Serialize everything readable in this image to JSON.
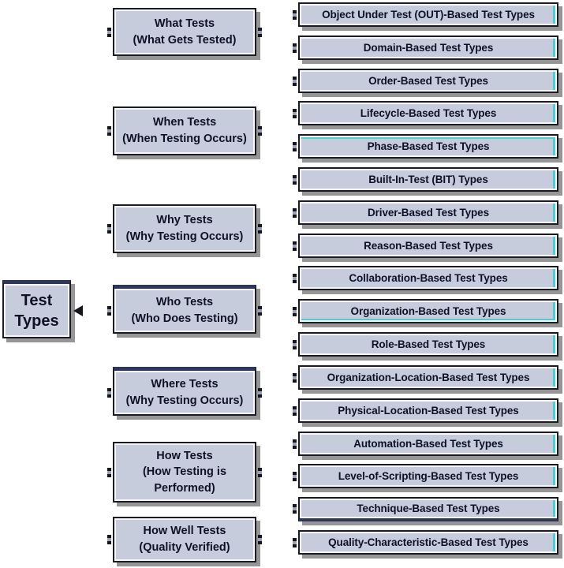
{
  "root": {
    "label": "Test Types"
  },
  "categories": [
    {
      "title": "What Tests",
      "subtitle": "(What Gets Tested)"
    },
    {
      "title": "When Tests",
      "subtitle": "(When Testing Occurs)"
    },
    {
      "title": "Why Tests",
      "subtitle": "(Why Testing Occurs)"
    },
    {
      "title": "Who Tests",
      "subtitle": "(Who Does Testing)"
    },
    {
      "title": "Where Tests",
      "subtitle": "(Why Testing Occurs)"
    },
    {
      "title": "How Tests",
      "subtitle": "(How Testing is Performed)"
    },
    {
      "title": "How Well Tests",
      "subtitle": "(Quality Verified)"
    }
  ],
  "leaf_types": [
    "Object Under Test (OUT)-Based Test Types",
    "Domain-Based Test Types",
    "Order-Based Test Types",
    "Lifecycle-Based Test Types",
    "Phase-Based Test Types",
    "Built-In-Test (BIT) Types",
    "Driver-Based Test Types",
    "Reason-Based Test Types",
    "Collaboration-Based Test Types",
    "Organization-Based Test Types",
    "Role-Based Test Types",
    "Organization-Location-Based Test Types",
    "Physical-Location-Based Test Types",
    "Automation-Based Test Types",
    "Level-of-Scripting-Based Test Types",
    "Technique-Based Test Types",
    "Quality-Characteristic-Based Test Types"
  ],
  "colors": {
    "background": "#ffffff",
    "box_fill": "#c7ccdd",
    "box_border": "#1b1b22",
    "inner_stroke": "#f7f7fa",
    "shadow_gray": "#505050",
    "accent_navy": "#2e355e",
    "accent_cyan": "#4ecdd3",
    "text": "#0e1126"
  }
}
